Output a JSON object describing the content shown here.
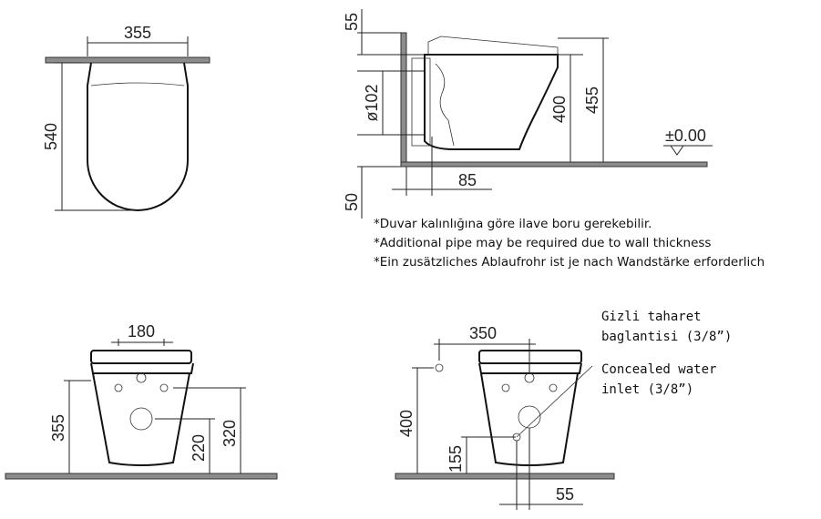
{
  "top_view": {
    "width": "355",
    "depth": "540"
  },
  "side_view": {
    "top_gap": "55",
    "pipe_diameter": "ø102",
    "seat_height_400": "400",
    "total_height": "455",
    "bottom_gap": "50",
    "outlet_offset": "85",
    "level": "±0.00"
  },
  "notes": [
    "*Duvar kalınlığına göre ilave boru gerekebilir.",
    "*Additional pipe may be required due to wall thickness",
    "*Ein zusätzliches Ablaufrohr ist je nach Wandstärke erforderlich"
  ],
  "front_view": {
    "fixing_spacing": "180",
    "rim_height": "355",
    "outlet_height": "220",
    "fixing_height": "320"
  },
  "rear_view": {
    "water_inlet_offset": "350",
    "height_400": "400",
    "height_155": "155",
    "offset_55": "55",
    "label_tr_line1": "Gizli taharet",
    "label_tr_line2": "baglantisi (3/8”)",
    "label_en_line1": "Concealed water",
    "label_en_line2": "inlet (3/8”)"
  }
}
